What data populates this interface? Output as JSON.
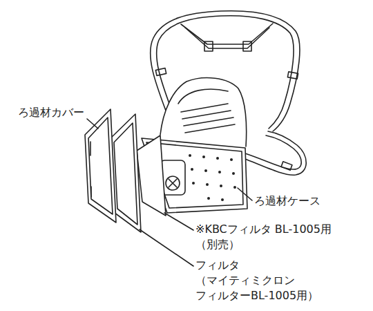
{
  "diagram": {
    "labels": [
      "ろ過材カバー",
      "ろ過材ケース",
      "※KBCフィルタ BL-1005用（別売）",
      "フィルタ （マイティミクロン フィルターBL-1005用）"
    ]
  }
}
